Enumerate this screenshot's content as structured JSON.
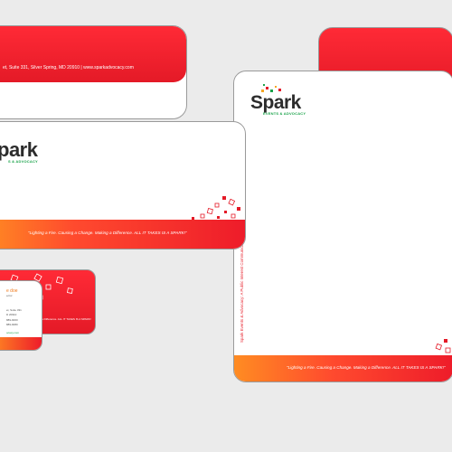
{
  "brand": {
    "name": "Spark",
    "tagline": "EVENTS & ADVOCACY",
    "accent": "#e41a27",
    "accent_orange": "#ff8c22",
    "accent_green": "#1aa34a"
  },
  "envelope_back": {
    "address_line": "et, Suite 331, Silver Spring, MD 20910  |  www.sparkadvocacy.com"
  },
  "envelope_front": {
    "logo_partial": "park",
    "tagline_partial": "S & ADVOCACY",
    "slogan": "\"Lighting a Fire. Causing a Change. Making a Difference. ALL IT TAKES IS A SPARK!\""
  },
  "letterhead": {
    "slogan": "\"Lighting a Fire. Causing a Change. Making a Difference. ALL IT TAKES IS A SPARK!\"",
    "vertical_text": "Spark Events & Advocacy: A Public Interest Communications Agency"
  },
  "card_back": {
    "slogan": "a Change. Making a Difference. ALL IT TAKES IS A SPARK!"
  },
  "card_front": {
    "name": "e doe",
    "title": "ector",
    "lines": [
      "et, Suite 331",
      "D 20910",
      "889-9000",
      "889-9080"
    ],
    "web": "ocacy.com"
  }
}
